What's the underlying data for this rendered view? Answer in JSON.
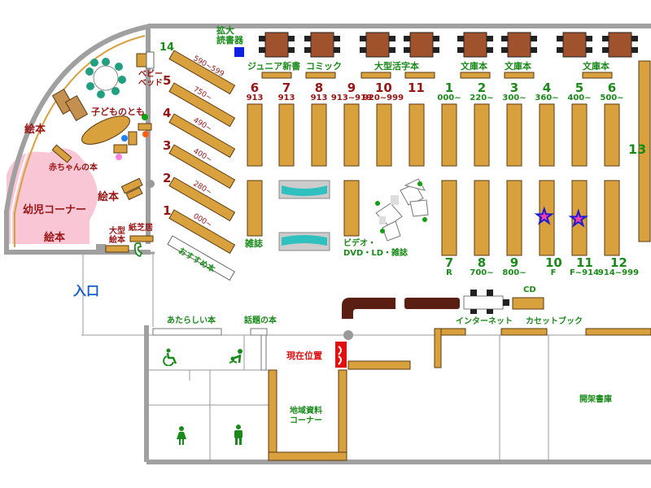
{
  "map": {
    "labels": {
      "kakudai": "拡大\n読書器",
      "junior": "ジュニア新書",
      "comic": "コミック",
      "oogata_katsuji": "大型活字本",
      "bunko1": "文庫本",
      "bunko2": "文庫本",
      "bunko3": "文庫本",
      "baby_bed": "ベビー\nベッド",
      "kodomo_no_tomo": "子どものとも",
      "ehon_top": "絵本",
      "akachan": "赤ちゃんの本",
      "ehon_mid": "絵本",
      "yoji_corner": "幼児コーナー",
      "ehon_bottom": "絵本",
      "oogata_ehon": "大型\n絵本",
      "kamishibai": "紙芝居",
      "osusume": "おすすめ本",
      "zasshi": "雑誌",
      "video": "ビデオ・\nDVD・LD・雑誌",
      "cd": "CD",
      "internet": "インターネット",
      "cassette": "カセットブック",
      "entrance": "入口",
      "atarashii": "あたらしい本",
      "wadai": "話題の本",
      "genzai": "現在位置",
      "chiiki": "地域資料\nコーナー",
      "kaika": "開架書庫"
    },
    "left_shelves": [
      {
        "num": "14",
        "range": "590~599"
      },
      {
        "num": "5",
        "range": "750~"
      },
      {
        "num": "4",
        "range": "490~"
      },
      {
        "num": "3",
        "range": "400~"
      },
      {
        "num": "2",
        "range": "280~"
      },
      {
        "num": "1",
        "range": "000~"
      }
    ],
    "red_shelves": [
      {
        "num": "6",
        "sub": "913"
      },
      {
        "num": "7",
        "sub": "913"
      },
      {
        "num": "8",
        "sub": "913"
      },
      {
        "num": "9",
        "sub": "913~919"
      },
      {
        "num": "10",
        "sub": "920~999"
      },
      {
        "num": "11",
        "sub": ""
      }
    ],
    "green_shelves_top": [
      {
        "num": "1",
        "sub": "000~"
      },
      {
        "num": "2",
        "sub": "220~"
      },
      {
        "num": "3",
        "sub": "300~"
      },
      {
        "num": "4",
        "sub": "360~"
      },
      {
        "num": "5",
        "sub": "400~"
      },
      {
        "num": "6",
        "sub": "500~"
      }
    ],
    "green_shelves_bottom": [
      {
        "num": "7",
        "sub": "R"
      },
      {
        "num": "8",
        "sub": "700~"
      },
      {
        "num": "9",
        "sub": "800~"
      },
      {
        "num": "10",
        "sub": "F"
      },
      {
        "num": "11",
        "sub": "F~914"
      },
      {
        "num": "12",
        "sub": "914~999"
      }
    ],
    "shelf_13": "13",
    "colors": {
      "wall": "#a0a0a0",
      "shelf": "#d9a13e",
      "shelf_border": "#5a3a10",
      "table": "#a0522d",
      "pink_area": "#f9c6d6",
      "label_green": "#1a8a1a",
      "label_red": "#9a1414",
      "entrance_blue": "#1560c8",
      "star_fill": "#ff3fa5",
      "star_outline": "#1a1ad8",
      "current_position": "#e01010"
    }
  }
}
